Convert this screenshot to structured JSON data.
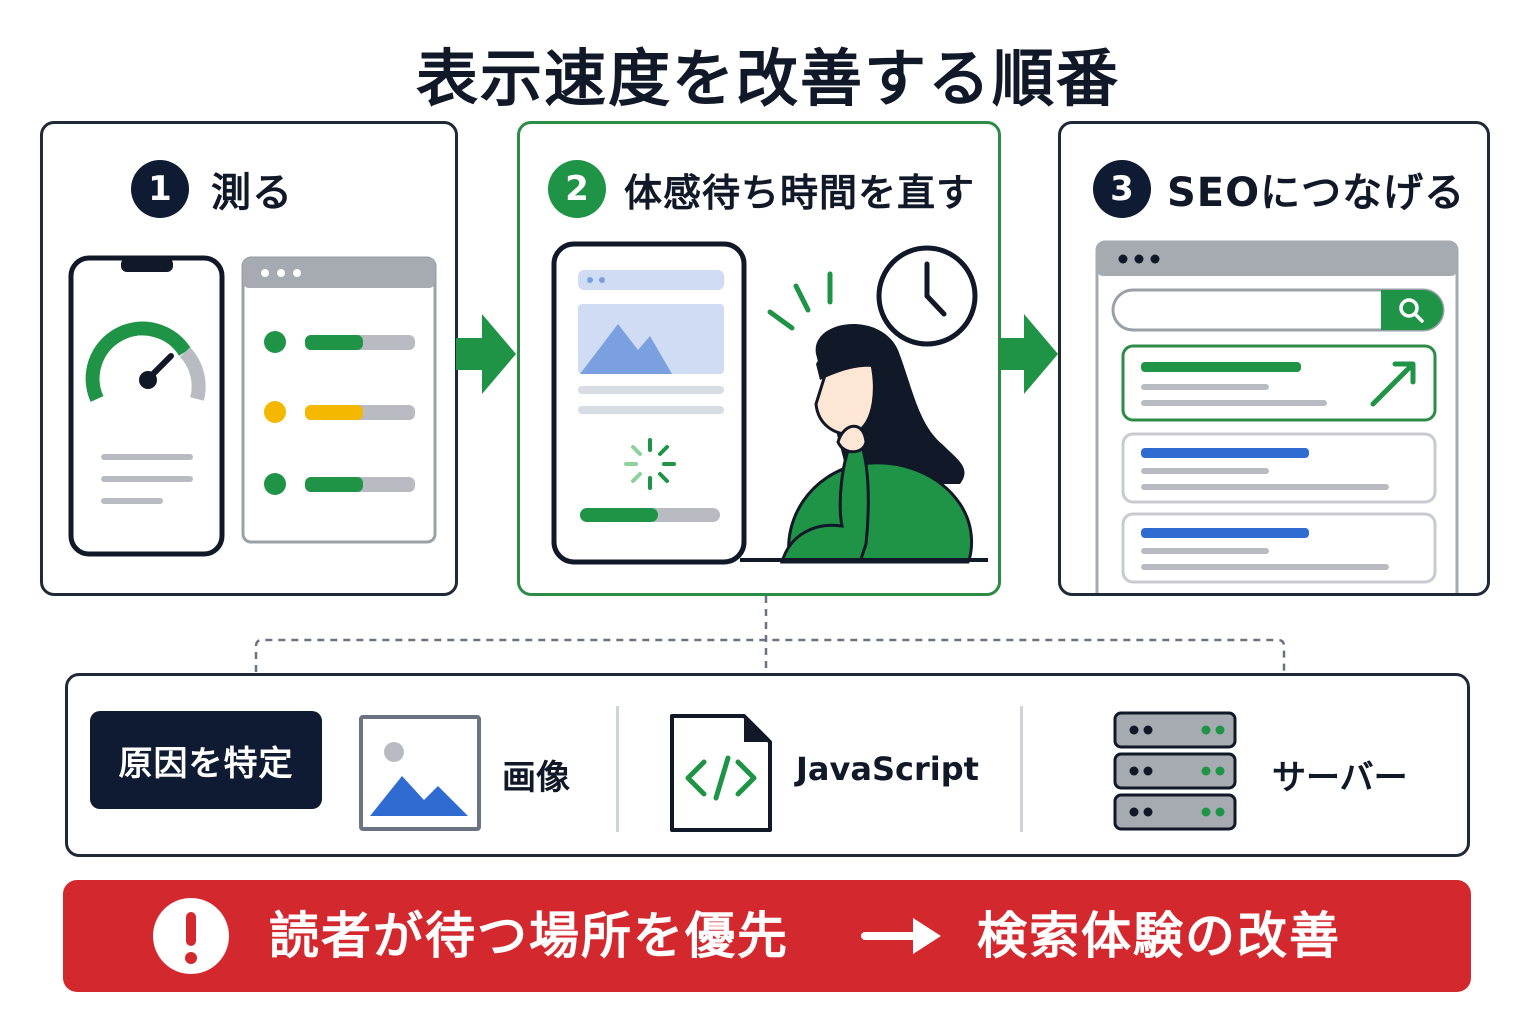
{
  "title": "表示速度を改善する順番",
  "steps": [
    {
      "number": "1",
      "label": "測る"
    },
    {
      "number": "2",
      "label": "体感待ち時間を直す"
    },
    {
      "number": "3",
      "label": "SEOにつなげる"
    }
  ],
  "causes": {
    "badge": "原因を特定",
    "items": [
      {
        "label": "画像",
        "icon": "image-icon"
      },
      {
        "label": "JavaScript",
        "icon": "code-file-icon"
      },
      {
        "label": "サーバー",
        "icon": "server-icon"
      }
    ]
  },
  "banner": {
    "left_text": "読者が待つ場所を優先",
    "right_text": "検索体験の改善"
  },
  "colors": {
    "navy": "#0f1b33",
    "green": "#1f9446",
    "yellow": "#f5b800",
    "blue": "#2f6bd1",
    "red": "#d4282f",
    "gray": "#b8bcc2"
  }
}
